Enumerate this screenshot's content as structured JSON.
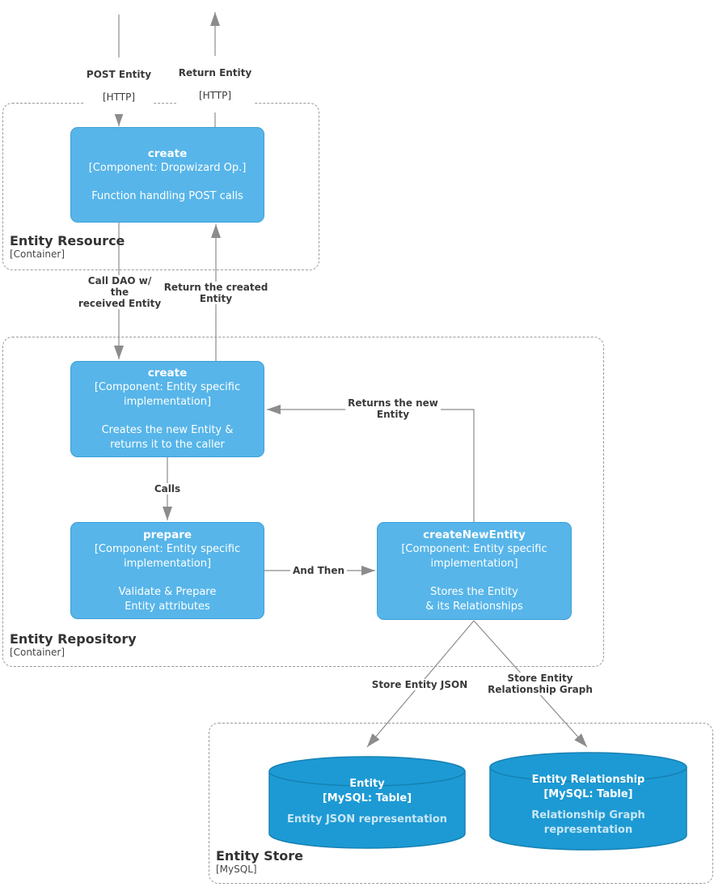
{
  "diagram": {
    "flows": {
      "post": {
        "name": "POST Entity",
        "protocol": "[HTTP]"
      },
      "ret": {
        "name": "Return Entity",
        "protocol": "[HTTP]"
      }
    },
    "containers": {
      "resource": {
        "title": "Entity Resource",
        "subtitle": "[Container]"
      },
      "repository": {
        "title": "Entity Repository",
        "subtitle": "[Container]"
      },
      "store": {
        "title": "Entity Store",
        "subtitle": "[MySQL]"
      }
    },
    "components": {
      "create_resource": {
        "title": "create",
        "meta": "[Component: Dropwizard Op.]",
        "description": "Function handling POST calls"
      },
      "create_repo": {
        "title": "create",
        "meta": "[Component: Entity specific\nimplementation]",
        "description": "Creates the new Entity &\nreturns it to the caller"
      },
      "prepare": {
        "title": "prepare",
        "meta": "[Component: Entity specific\nimplementation]",
        "description": "Validate & Prepare\nEntity attributes"
      },
      "create_new_entity": {
        "title": "createNewEntity",
        "meta": "[Component: Entity specific\nimplementation]",
        "description": "Stores the Entity\n& its Relationships"
      }
    },
    "stores": {
      "entity_table": {
        "title": "Entity",
        "meta": "[MySQL: Table]",
        "description": "Entity JSON representation"
      },
      "entity_relationship_table": {
        "title": "Entity Relationship",
        "meta": "[MySQL: Table]",
        "description": "Relationship Graph\nrepresentation"
      }
    },
    "edge_labels": {
      "call_dao": "Call DAO w/\nthe\nreceived Entity",
      "return_created": "Return the created\nEntity",
      "calls": "Calls",
      "and_then": "And Then",
      "returns_new": "Returns the new\nEntity",
      "store_json": "Store Entity JSON",
      "store_graph": "Store Entity\nRelationship Graph"
    },
    "colors": {
      "component_fill": "#57b5e9",
      "component_border": "#3f9fd7",
      "store_fill": "#1d9ad4",
      "store_border": "#1681b4",
      "line": "#8c8c8c",
      "label_text": "#3a3a3a",
      "container_border": "#9b9b9b"
    }
  }
}
